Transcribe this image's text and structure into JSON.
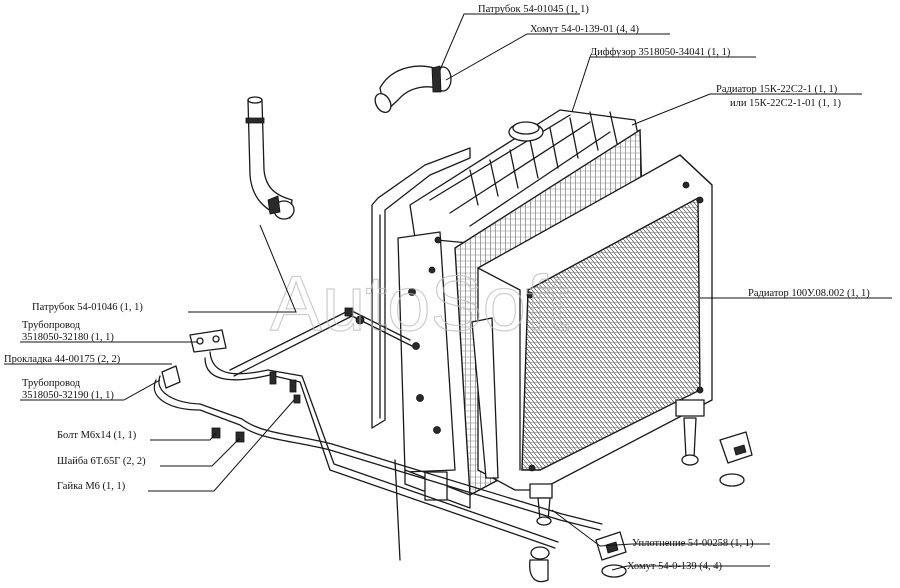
{
  "watermark": "AutoSoft",
  "labels": {
    "patrubok_top": "Патрубок 54-01045 (1, 1)",
    "khomut_top": "Хомут 54-0-139-01 (4, 4)",
    "diffuzor": "Диффузор 3518050-34041 (1, 1)",
    "radiator_15k_line1": "Радиатор 15К-22С2-1 (1, 1)",
    "radiator_15k_line2": "или 15К-22С2-1-01 (1, 1)",
    "radiator_100u": "Радиатор 100У.08.002 (1, 1)",
    "patrubok_left": "Патрубок 54-01046 (1, 1)",
    "truboprovod1_line1": "Трубопровод",
    "truboprovod1_line2": "3518050-32180 (1, 1)",
    "prokladka": "Прокладка 44-00175 (2, 2)",
    "truboprovod2_line1": "Трубопровод",
    "truboprovod2_line2": "3518050-32190 (1, 1)",
    "bolt": "Болт М6х14 (1, 1)",
    "shaiba": "Шайба 6Т.65Г (2, 2)",
    "gaika": "Гайка М6 (1, 1)",
    "uplotnenie": "Уплотнение 54-00258 (1, 1)",
    "khomut_bottom": "Хомут 54-0-139 (4, 4)"
  }
}
